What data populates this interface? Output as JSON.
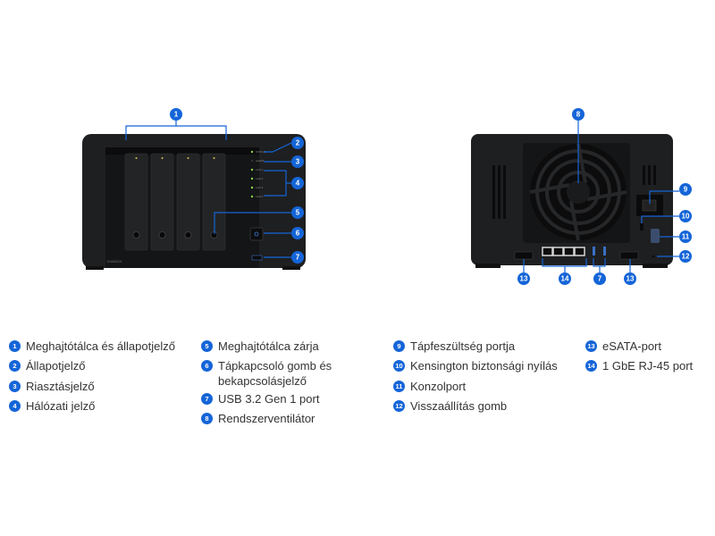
{
  "front": {
    "model_label": "DVA3221",
    "led_labels": [
      "STATUS",
      "ALERT",
      "LAN 1",
      "LAN 2",
      "LAN 3",
      "LAN 4"
    ],
    "callouts": [
      "1",
      "2",
      "3",
      "4",
      "5",
      "6",
      "7"
    ]
  },
  "back": {
    "callouts": [
      "8",
      "9",
      "10",
      "11",
      "12",
      "13",
      "14",
      "7",
      "13"
    ]
  },
  "colors": {
    "accent": "#1565d8",
    "device": "#1e1f21",
    "text": "#333333"
  },
  "legend": [
    {
      "num": "1",
      "label": "Meghajtótálca és állapotjelző"
    },
    {
      "num": "2",
      "label": "Állapotjelző"
    },
    {
      "num": "3",
      "label": "Riasztásjelző"
    },
    {
      "num": "4",
      "label": "Hálózati jelző"
    },
    {
      "num": "5",
      "label": "Meghajtótálca zárja"
    },
    {
      "num": "6",
      "label": "Tápkapcsoló gomb és bekapcsolásjelző"
    },
    {
      "num": "7",
      "label": "USB 3.2 Gen 1 port"
    },
    {
      "num": "8",
      "label": "Rendszerventilátor"
    },
    {
      "num": "9",
      "label": "Tápfeszültség portja"
    },
    {
      "num": "10",
      "label": "Kensington biztonsági nyílás"
    },
    {
      "num": "11",
      "label": "Konzolport"
    },
    {
      "num": "12",
      "label": "Visszaállítás gomb"
    },
    {
      "num": "13",
      "label": "eSATA-port"
    },
    {
      "num": "14",
      "label": "1 GbE RJ-45 port"
    }
  ]
}
